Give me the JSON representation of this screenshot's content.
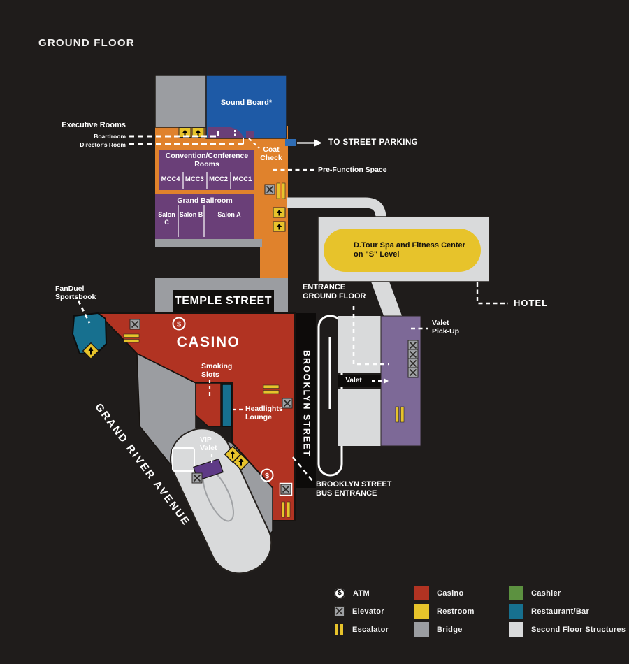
{
  "title": "GROUND FLOOR",
  "icons": {
    "atm_symbol": "$"
  },
  "colors": {
    "background": "#1f1c1b",
    "casino": "#b13322",
    "restroom": "#e7c32b",
    "bridge": "#9b9da1",
    "cashier": "#5c9140",
    "restaurant_bar": "#17708f",
    "second_floor": "#d9dadb",
    "corridor_orange": "#e0822c",
    "rooms_purple": "#6a3f78",
    "valet_purple": "#7d6997",
    "sound_board_blue": "#1e5aa6"
  },
  "map": {
    "sound_board": "Sound Board*",
    "executive_rooms": "Executive Rooms",
    "boardroom": "Boardroom",
    "directors_room": "Director's Room",
    "to_street_parking": "TO STREET PARKING",
    "convention_title": "Convention/Conference Rooms",
    "mcc_rooms": [
      "MCC4",
      "MCC3",
      "MCC2",
      "MCC1"
    ],
    "coat_check": [
      "Coat",
      "Check"
    ],
    "pre_function": "Pre-Function Space",
    "ballroom_title": "Grand Ballroom",
    "salons": [
      "Salon C",
      "Salon B",
      "Salon A"
    ],
    "spa_line1": "D.Tour Spa and Fitness Center",
    "spa_line2": "on \"S\" Level",
    "hotel": "HOTEL",
    "entrance": [
      "ENTRANCE",
      "GROUND FLOOR"
    ],
    "temple_street": "TEMPLE STREET",
    "casino": "CASINO",
    "fanduel": [
      "FanDuel",
      "Sportsbook"
    ],
    "smoking_slots": [
      "Smoking",
      "Slots"
    ],
    "headlights_lounge": [
      "Headlights",
      "Lounge"
    ],
    "vip_valet": [
      "VIP",
      "Valet"
    ],
    "grand_river_avenue": "GRAND RIVER AVENUE",
    "brooklyn_street": "BROOKLYN STREET",
    "valet_pickup": [
      "Valet",
      "Pick-Up"
    ],
    "valet": "Valet",
    "bus_entrance": [
      "BROOKLYN STREET",
      "BUS ENTRANCE"
    ]
  },
  "legend": {
    "items": [
      {
        "icon": "atm-icon",
        "label": "ATM"
      },
      {
        "icon": "elevator-icon",
        "label": "Elevator"
      },
      {
        "icon": "escalator-icon",
        "label": "Escalator"
      },
      {
        "swatch": "#b13322",
        "label": "Casino"
      },
      {
        "swatch": "#e7c32b",
        "label": "Restroom"
      },
      {
        "swatch": "#9b9da1",
        "label": "Bridge"
      },
      {
        "swatch": "#5c9140",
        "label": "Cashier"
      },
      {
        "swatch": "#17708f",
        "label": "Restaurant/Bar"
      },
      {
        "swatch": "#d9dadb",
        "label": "Second Floor Structures"
      }
    ]
  }
}
